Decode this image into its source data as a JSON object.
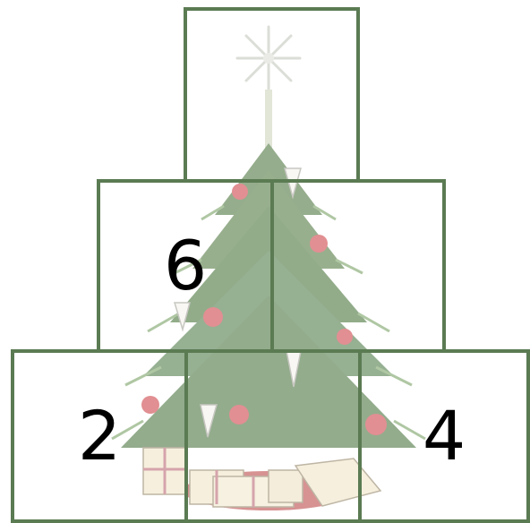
{
  "pyramid": {
    "rows": [
      {
        "cells": [
          {
            "value": ""
          }
        ]
      },
      {
        "cells": [
          {
            "value": "6"
          },
          {
            "value": ""
          }
        ]
      },
      {
        "cells": [
          {
            "value": "2"
          },
          {
            "value": ""
          },
          {
            "value": "4"
          }
        ]
      }
    ]
  },
  "colors": {
    "border": "#5b7b53",
    "tree_green": "#3f6b2f",
    "ornament_red": "#c9343a",
    "gift_cream": "#efe3c2",
    "star": "#c8cbbf"
  },
  "background_image": "christmas-tree-illustration"
}
